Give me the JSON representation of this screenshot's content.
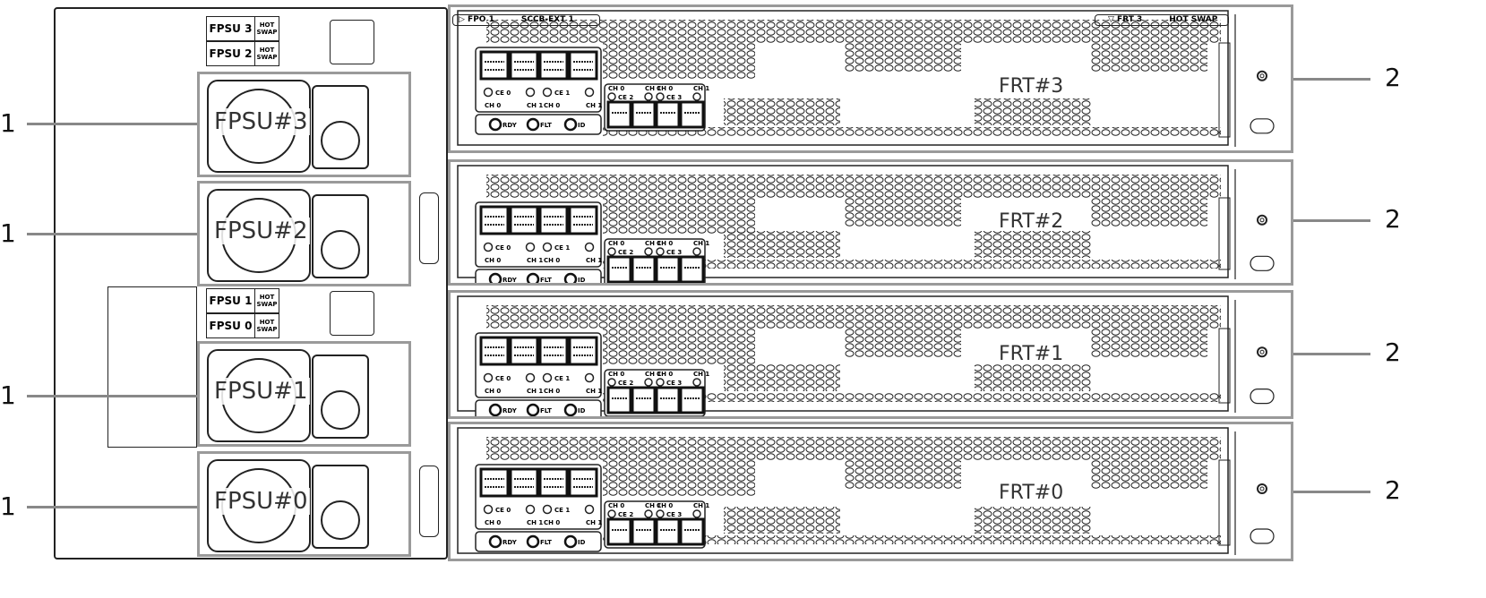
{
  "chassis_labels": {
    "upper": [
      {
        "slot": "FPSU 3",
        "hot": [
          "HOT",
          "SWAP"
        ]
      },
      {
        "slot": "FPSU 2",
        "hot": [
          "HOT",
          "SWAP"
        ]
      }
    ],
    "lower": [
      {
        "slot": "FPSU 1",
        "hot": [
          "HOT",
          "SWAP"
        ]
      },
      {
        "slot": "FPSU 0",
        "hot": [
          "HOT",
          "SWAP"
        ]
      }
    ]
  },
  "psus": [
    {
      "label": "FPSU#3",
      "callout": "1"
    },
    {
      "label": "FPSU#2",
      "callout": "1"
    },
    {
      "label": "FPSU#1",
      "callout": "1"
    },
    {
      "label": "FPSU#0",
      "callout": "1"
    }
  ],
  "frts": [
    {
      "label": "FRT#3",
      "callout": "2",
      "top_left": "▷ FPO 1",
      "top_mid": "SCCB-EXT 1",
      "top_right": "▽ FRT 3",
      "hot_swap": "HOT SWAP"
    },
    {
      "label": "FRT#2",
      "callout": "2"
    },
    {
      "label": "FRT#1",
      "callout": "2"
    },
    {
      "label": "FRT#0",
      "callout": "2"
    }
  ],
  "port_labels": {
    "ce": [
      "CE 0",
      "CE 1",
      "CE 2",
      "CE 3"
    ],
    "ch": [
      "CH 0",
      "CH 1"
    ],
    "leds": [
      "RDY",
      "FLT",
      "ID"
    ]
  },
  "colors": {
    "frame": "#9a9a9a",
    "line": "#222222"
  }
}
